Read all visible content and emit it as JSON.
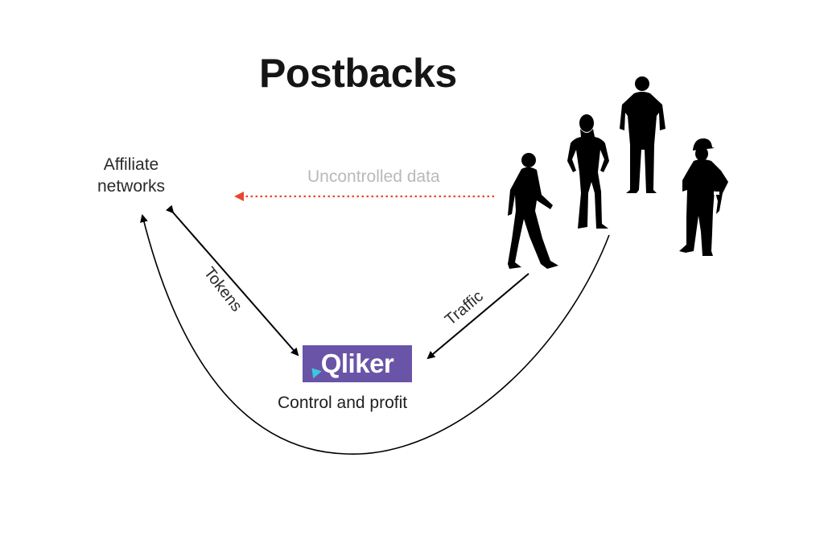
{
  "title": "Postbacks",
  "nodes": {
    "affiliate_line1": "Affiliate",
    "affiliate_line2": "networks",
    "brand": "Qliker",
    "brand_caption": "Control and profit"
  },
  "edges": {
    "uncontrolled": "Uncontrolled data",
    "tokens": "Tokens",
    "traffic": "Traffic"
  },
  "colors": {
    "title": "#151515",
    "brand_bg": "#6a54a8",
    "brand_accent": "#3ec6e0",
    "uncontrolled_arrow": "#e8472e",
    "uncontrolled_text": "#b9b9b9",
    "silhouette": "#000000"
  },
  "icons": [
    "walking-person-icon",
    "standing-woman-icon",
    "standing-man-icon",
    "worker-with-hardhat-icon"
  ]
}
